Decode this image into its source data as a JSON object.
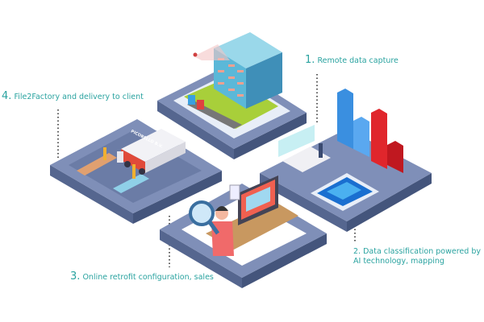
{
  "steps": [
    {
      "number": "1.",
      "text": "Remote data capture"
    },
    {
      "number": "2.",
      "text": "Data classification powered by",
      "text2": "AI technology, mapping"
    },
    {
      "number": "3.",
      "text": "Online retrofit configuration, sales"
    },
    {
      "number": "4.",
      "text": "File2Factory and delivery to client"
    }
  ],
  "truck_label": "PICOBELLO B.V.",
  "colors": {
    "label": "#2aa3a0",
    "platform_top": "#7f8fb8",
    "platform_side": "#55668f",
    "building": "#5bb8d8",
    "bars_blue": "#3a8fe0",
    "bars_red": "#e0262c"
  }
}
